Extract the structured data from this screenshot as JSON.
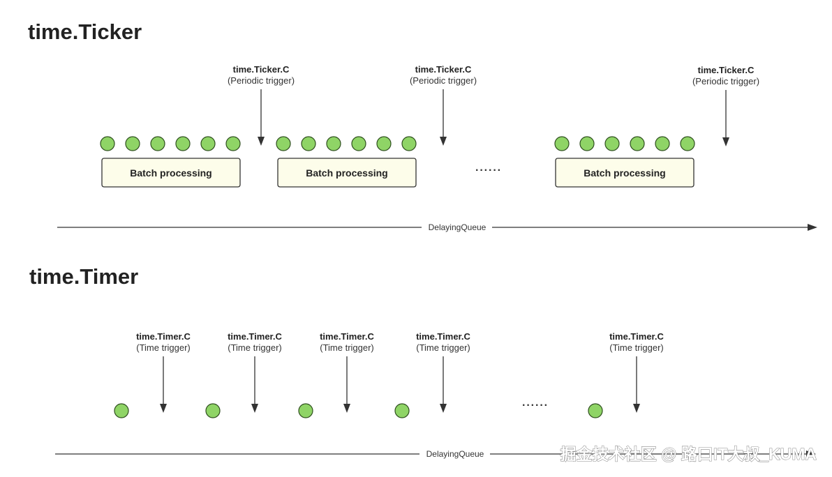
{
  "ticker": {
    "title": "time.Ticker",
    "trigger_name": "time.Ticker.C",
    "trigger_sub": "(Periodic trigger)",
    "batch_label": "Batch processing",
    "ellipsis": "······",
    "axis_label": "DelayingQueue",
    "groups": [
      {
        "items": 6,
        "triggered_by": "trigger-1"
      },
      {
        "items": 6,
        "triggered_by": "trigger-2"
      },
      {
        "items": 6,
        "triggered_by": "trigger-3"
      }
    ]
  },
  "timer": {
    "title": "time.Timer",
    "trigger_name": "time.Timer.C",
    "trigger_sub": "(Time trigger)",
    "ellipsis": "······",
    "axis_label": "DelayingQueue",
    "events": 5
  },
  "watermark": "掘金技术社区 @ 路口IT大叔_KUMA",
  "colors": {
    "item_fill": "#8fd466",
    "item_stroke": "#2f4f1f",
    "batch_fill": "#fdfdea",
    "line": "#333333"
  }
}
